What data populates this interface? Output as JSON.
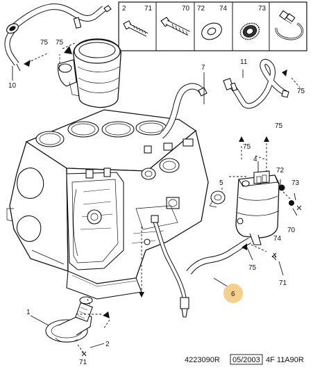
{
  "parts_box": {
    "cells": [
      {
        "ref_a": "2",
        "ref_b": "71",
        "icon": "bolt-icon"
      },
      {
        "ref_a": "70",
        "ref_b": "",
        "icon": "bolt-icon"
      },
      {
        "ref_a": "72",
        "ref_b": "74",
        "icon": "washer-icon"
      },
      {
        "ref_a": "73",
        "ref_b": "",
        "icon": "serrated-washer-icon"
      },
      {
        "ref_a": "",
        "ref_b": "",
        "icon": "hose-clamp-icon"
      }
    ]
  },
  "callouts": {
    "c1": "1",
    "c2": "2",
    "c4": "4",
    "c5": "5",
    "c6": "6",
    "c7": "7",
    "c10": "10",
    "c11": "11",
    "c70": "70",
    "c71a": "71",
    "c71b": "71",
    "c72": "72",
    "c73": "73",
    "c74": "74",
    "c75a": "75",
    "c75b": "75",
    "c75c": "75",
    "c75d": "75",
    "c75e": "75",
    "c75f": "75"
  },
  "footer": {
    "ref_code": "4223090R",
    "date": "05/2003",
    "drawing_code": "4F 11A90R"
  },
  "colors": {
    "line": "#111111",
    "highlight_circle": "#f5cf8c",
    "background": "#ffffff"
  }
}
